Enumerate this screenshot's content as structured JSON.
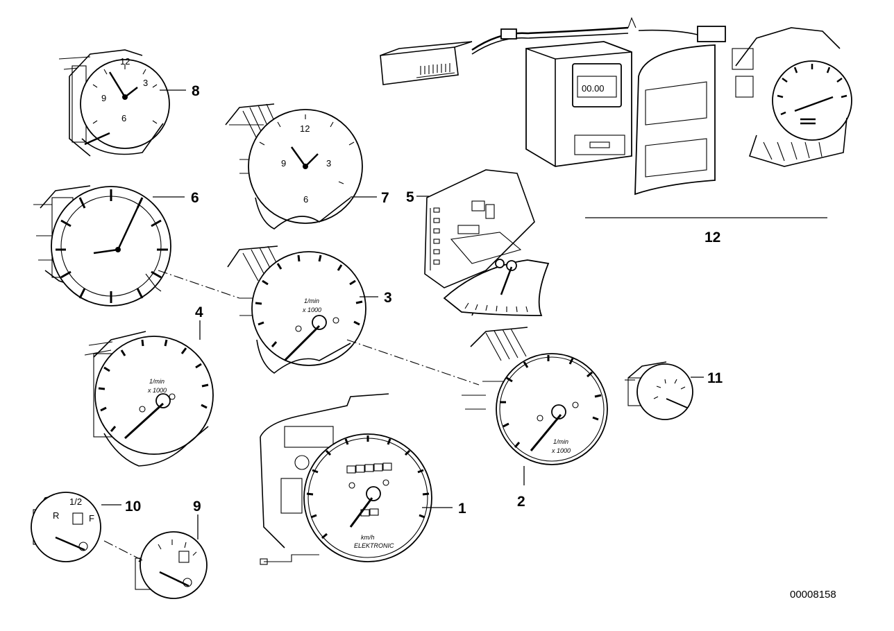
{
  "callouts": {
    "p1": "1",
    "p2": "2",
    "p3": "3",
    "p4": "4",
    "p5": "5",
    "p6": "6",
    "p7": "7",
    "p8": "8",
    "p9": "9",
    "p10": "10",
    "p11": "11",
    "p12": "12"
  },
  "dial_text": {
    "clock_12": "12",
    "clock_3": "3",
    "clock_6": "6",
    "clock_9": "9",
    "tacho_unit": "1/min",
    "tacho_factor": "x 1000",
    "speedo_unit": "km/h",
    "speedo_brand": "ELEKTRONIC",
    "fuel_half": "1/2",
    "fuel_r": "R",
    "fuel_f": "F",
    "display_digits": "00.00"
  },
  "diagram_id": "00008158"
}
